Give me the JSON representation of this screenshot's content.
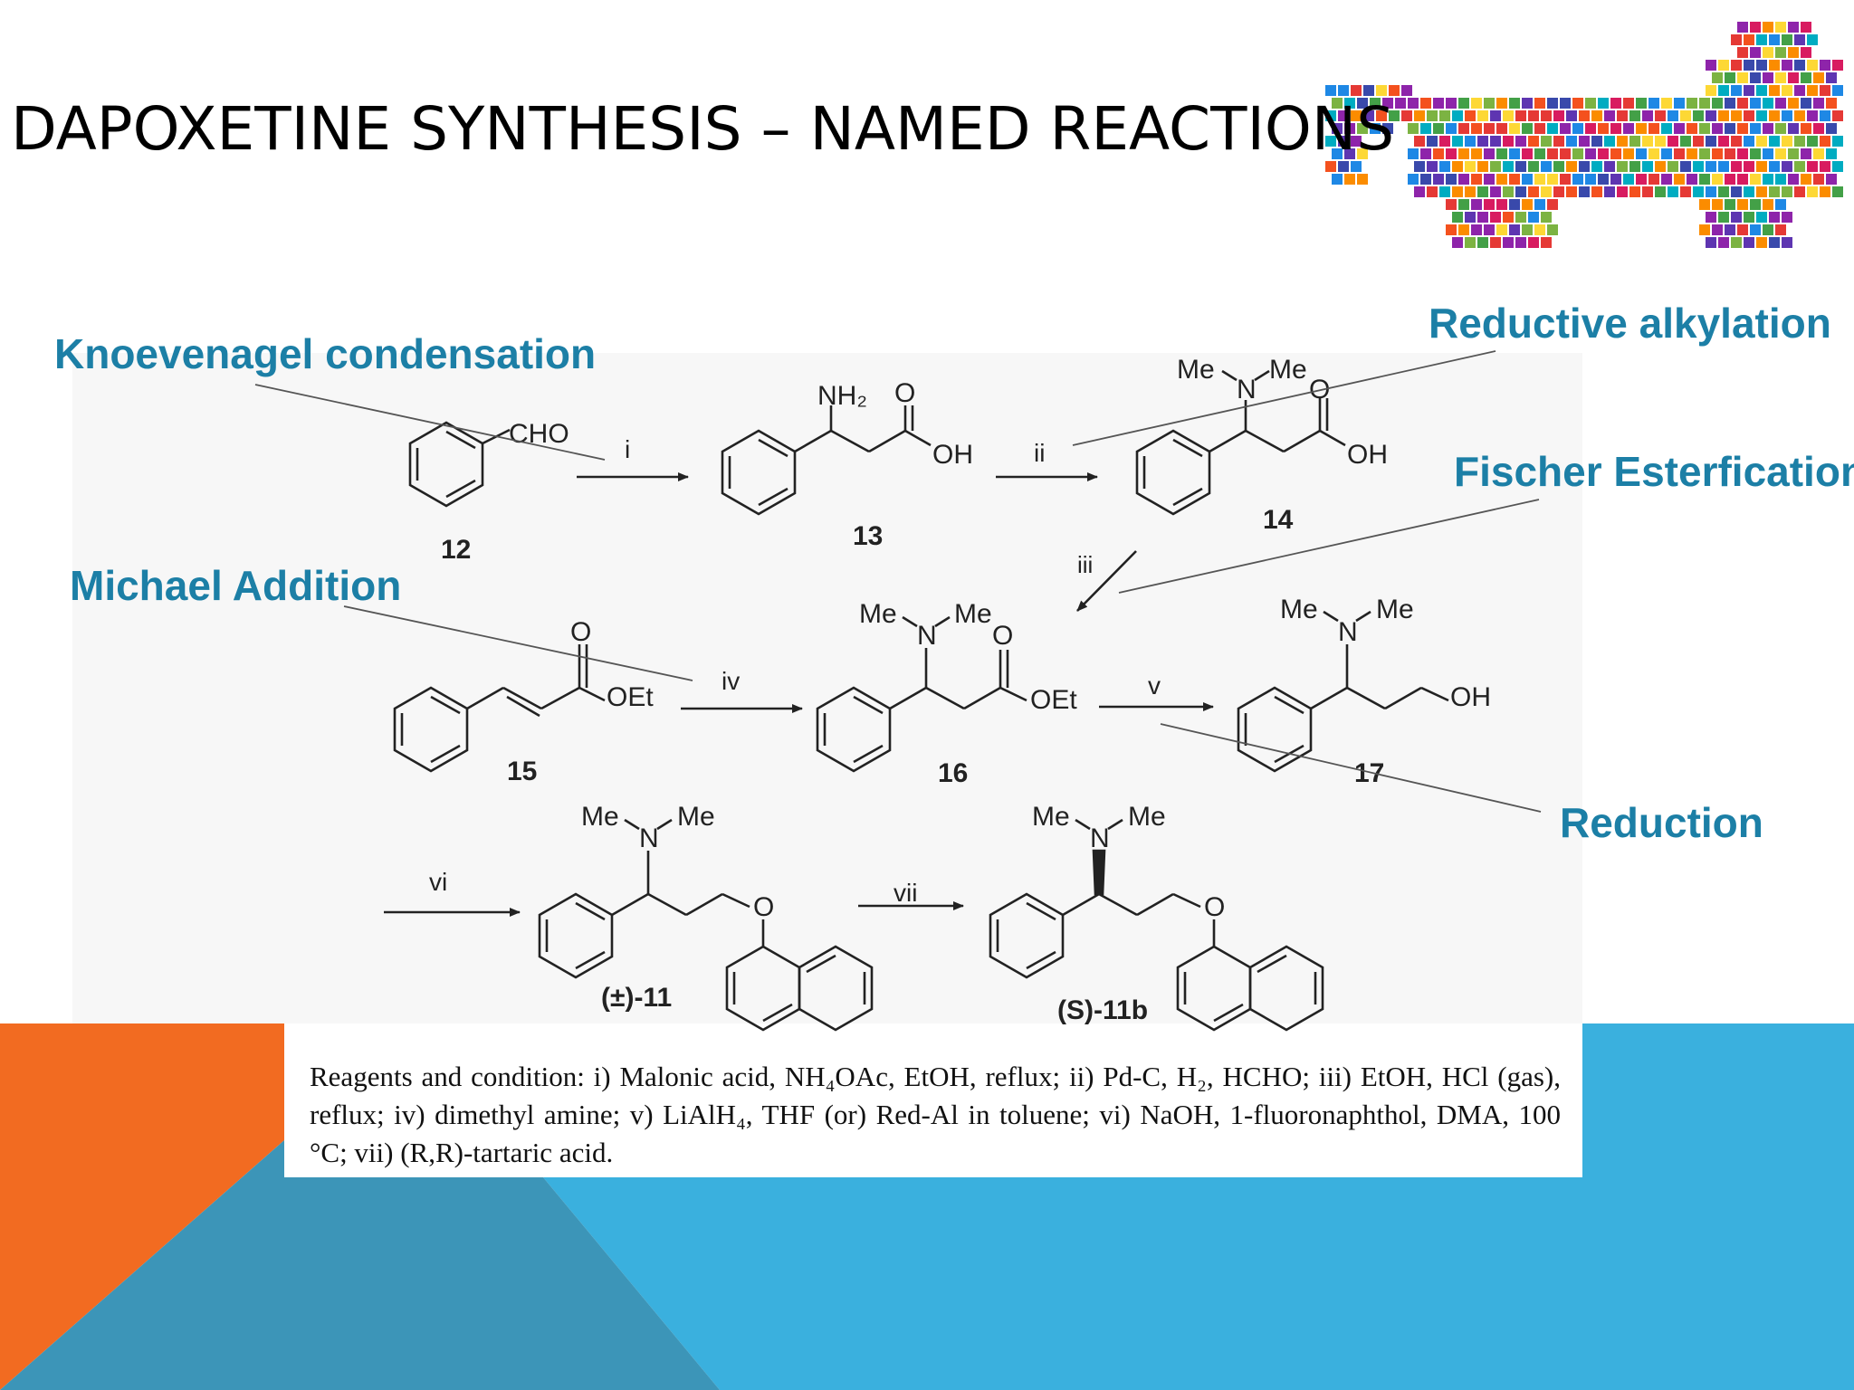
{
  "slide": {
    "title": "DAPOXETINE SYNTHESIS – NAMED REACTIONS"
  },
  "reaction_labels": {
    "knoevenagel": "Knoevenagel condensation",
    "reductive_alkylation": "Reductive alkylation",
    "fischer": "Fischer Esterfication",
    "michael": "Michael Addition",
    "reduction": "Reduction"
  },
  "compounds": {
    "c12": "12",
    "c13": "13",
    "c14": "14",
    "c15": "15",
    "c16": "16",
    "c17": "17",
    "c11": "(±)-11",
    "c11b": "(S)-11b"
  },
  "groups": {
    "cho": "CHO",
    "nh2": "NH₂",
    "o": "O",
    "oh": "OH",
    "oet": "OEt",
    "me": "Me",
    "n": "N"
  },
  "steps": {
    "i": "i",
    "ii": "ii",
    "iii": "iii",
    "iv": "iv",
    "v": "v",
    "vi": "vi",
    "vii": "vii"
  },
  "reagents": {
    "text": "Reagents and condition: i) Malonic acid, NH₄OAc, EtOH, reflux; ii) Pd-C, H₂, HCHO; iii) EtOH, HCl (gas), reflux; iv) dimethyl amine; v) LiAlH₄, THF (or) Red-Al in toluene; vi) NaOH, 1-fluoronaphthol, DMA, 100 °C; vii) (R,R)-tartaric acid."
  },
  "colors": {
    "orange": "#f26b21",
    "light_blue": "#3ab0de",
    "mid_blue": "#3c95b8",
    "label_blue": "#1c7fa6"
  }
}
